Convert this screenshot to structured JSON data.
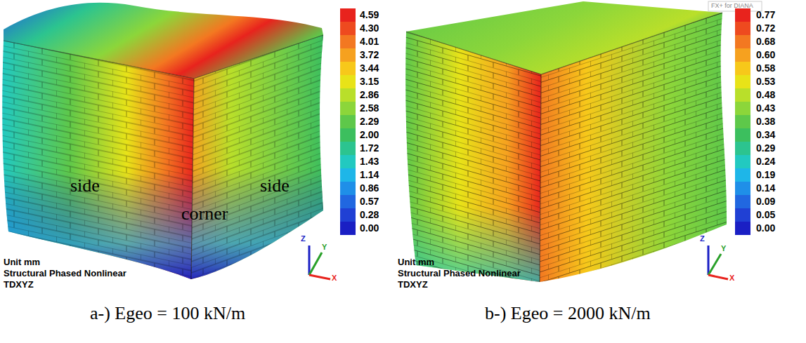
{
  "diagram": {
    "labels": [
      "side",
      "corner",
      "side",
      "Unit mm",
      "Structural Phased Nonlinear",
      "TDXYZ",
      "Z",
      "Y",
      "X",
      "a-) Egeo = 100 kN/m",
      "FX+ for DIANA",
      "Unit mm",
      "Structural Phased Nonlinear",
      "TDXYZ",
      "Z",
      "Y",
      "X",
      "b-) Egeo = 2000 kN/m"
    ],
    "legend": [
      {
        "text": "4.59",
        "color": "#e8231d"
      },
      {
        "text": "4.30",
        "color": "#ee4a1f"
      },
      {
        "text": "4.01",
        "color": "#f37821"
      },
      {
        "text": "3.72",
        "color": "#f6a11f"
      },
      {
        "text": "3.44",
        "color": "#f7c81a"
      },
      {
        "text": "3.15",
        "color": "#e8e318"
      },
      {
        "text": "2.86",
        "color": "#b9df2a"
      },
      {
        "text": "2.58",
        "color": "#8cd63a"
      },
      {
        "text": "2.29",
        "color": "#5ec84a"
      },
      {
        "text": "2.00",
        "color": "#3cbf5e"
      },
      {
        "text": "1.72",
        "color": "#2cc48f"
      },
      {
        "text": "1.43",
        "color": "#22c9c0"
      },
      {
        "text": "1.14",
        "color": "#1eb6e8"
      },
      {
        "text": "0.86",
        "color": "#1f8fe8"
      },
      {
        "text": "0.57",
        "color": "#2167e0"
      },
      {
        "text": "0.28",
        "color": "#2040d4"
      },
      {
        "text": "0.00",
        "color": "#1a1fc4"
      },
      {
        "text": "0.77",
        "color": "#e8231d"
      },
      {
        "text": "0.72",
        "color": "#ee4a1f"
      },
      {
        "text": "0.68",
        "color": "#f37821"
      },
      {
        "text": "0.60",
        "color": "#f6a11f"
      },
      {
        "text": "0.58",
        "color": "#f7c81a"
      },
      {
        "text": "0.53",
        "color": "#e8e318"
      },
      {
        "text": "0.48",
        "color": "#b9df2a"
      },
      {
        "text": "0.43",
        "color": "#8cd63a"
      },
      {
        "text": "0.38",
        "color": "#5ec84a"
      },
      {
        "text": "0.34",
        "color": "#3cbf5e"
      },
      {
        "text": "0.29",
        "color": "#2cc48f"
      },
      {
        "text": "0.24",
        "color": "#22c9c0"
      },
      {
        "text": "0.19",
        "color": "#1eb6e8"
      },
      {
        "text": "0.14",
        "color": "#1f8fe8"
      },
      {
        "text": "0.09",
        "color": "#2167e0"
      },
      {
        "text": "0.05",
        "color": "#2040d4"
      },
      {
        "text": "0.00",
        "color": "#1a1fc4"
      }
    ]
  }
}
